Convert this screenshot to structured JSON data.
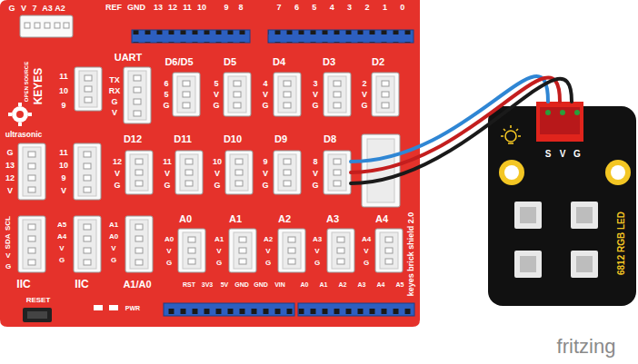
{
  "diagram": {
    "nodes": [
      {
        "text": [
          "keyes brick shield 2.0"
        ]
      },
      {
        "text": [
          "D8"
        ],
        "in": 0
      },
      {
        "text": [
          "6812 RGB LED"
        ]
      },
      {
        "text": [
          "S",
          "V",
          "G"
        ],
        "in": 2
      }
    ],
    "edges": [
      {
        "from": 1,
        "to": 3,
        "arrow": "none"
      },
      {
        "from": 1,
        "to": 3,
        "arrow": "none"
      },
      {
        "from": 1,
        "to": 3,
        "arrow": "none"
      }
    ],
    "labels": [
      "G",
      "V",
      "7",
      "A3",
      "A2",
      "REF",
      "GND",
      "13",
      "12",
      "11",
      "10",
      "9",
      "8",
      "7",
      "6",
      "5",
      "4",
      "3",
      "2",
      "1",
      "0",
      "OPEN SOURCE",
      "KEYES",
      "11",
      "10",
      "9",
      "UART",
      "TX",
      "RX",
      "G",
      "V",
      "D6/D5",
      "6",
      "5",
      "G",
      "D5",
      "5",
      "V",
      "G",
      "D4",
      "4",
      "V",
      "G",
      "D3",
      "3",
      "V",
      "G",
      "D2",
      "2",
      "V",
      "G",
      "ultrasonic",
      "G",
      "13",
      "12",
      "V",
      "11",
      "10",
      "9",
      "V",
      "D12",
      "12",
      "V",
      "G",
      "D11",
      "11",
      "V",
      "G",
      "D10",
      "10",
      "V",
      "G",
      "D9",
      "9",
      "V",
      "G",
      "8",
      "V",
      "G",
      "SCL",
      "SDA",
      "V",
      "G",
      "IIC",
      "A5",
      "A4",
      "V",
      "G",
      "IIC",
      "A1",
      "A0",
      "V",
      "G",
      "A1/A0",
      "A0",
      "A0",
      "V",
      "G",
      "A1",
      "A1",
      "V",
      "G",
      "A2",
      "A2",
      "V",
      "G",
      "A3",
      "A3",
      "V",
      "G",
      "A4",
      "A4",
      "V",
      "G",
      "RST",
      "3V3",
      "5V",
      "GND",
      "GND",
      "VIN",
      "A0",
      "A1",
      "A2",
      "A3",
      "A4",
      "A5",
      "RESET",
      "PWR",
      "fritzing"
    ]
  }
}
